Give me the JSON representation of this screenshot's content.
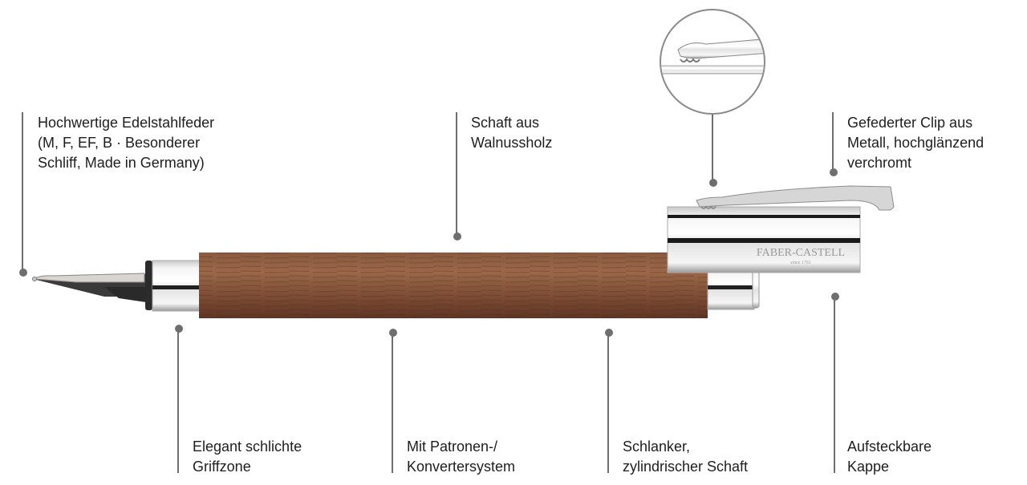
{
  "callouts": {
    "nib": {
      "lines": [
        "Hochwertige Edelstahlfeder",
        "(M, F, EF, B · Besonderer",
        "Schliff, Made in Germany)"
      ]
    },
    "barrel_material": {
      "lines": [
        "Schaft aus",
        "Walnussholz"
      ]
    },
    "clip": {
      "lines": [
        "Gefederter Clip aus",
        "Metall, hochglänzend",
        "verchromt"
      ]
    },
    "grip": {
      "lines": [
        "Elegant schlichte",
        "Griffzone"
      ]
    },
    "filling": {
      "lines": [
        "Mit Patronen-/",
        "Konvertersystem"
      ]
    },
    "barrel_shape": {
      "lines": [
        "Schlanker,",
        "zylindrischer Schaft"
      ]
    },
    "cap": {
      "lines": [
        "Aufsteckbare",
        "Kappe"
      ]
    }
  },
  "logo": {
    "brand": "FABER-CASTELL",
    "since": "since 1761"
  },
  "colors": {
    "leader": "#6e6e6e",
    "text": "#1e1e1e",
    "wood": "#7a4a33",
    "chrome": "#d9d9d9"
  }
}
